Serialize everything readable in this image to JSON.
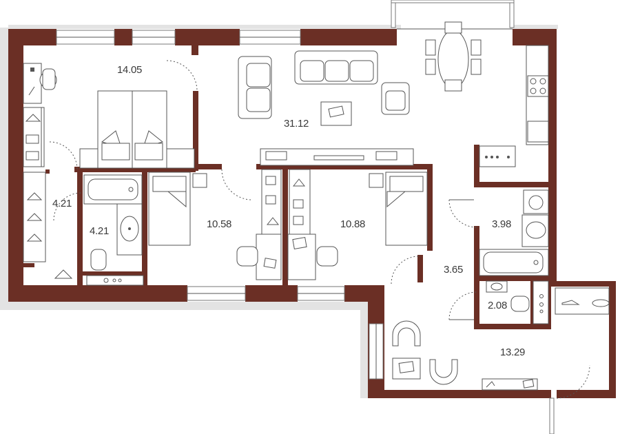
{
  "colors": {
    "wall": "#6b2f25",
    "shadow": "#e3e3e3",
    "furniture_stroke": "#555555",
    "background": "#ffffff"
  },
  "rooms": {
    "bedroom_large": "14.05",
    "living_kitchen": "31.12",
    "wardrobe": "4.21",
    "bathroom_left": "4.21",
    "bedroom_middle": "10.58",
    "bedroom_right": "10.88",
    "bathroom_right": "3.98",
    "corridor": "3.65",
    "toilet": "2.08",
    "hall": "13.29"
  }
}
